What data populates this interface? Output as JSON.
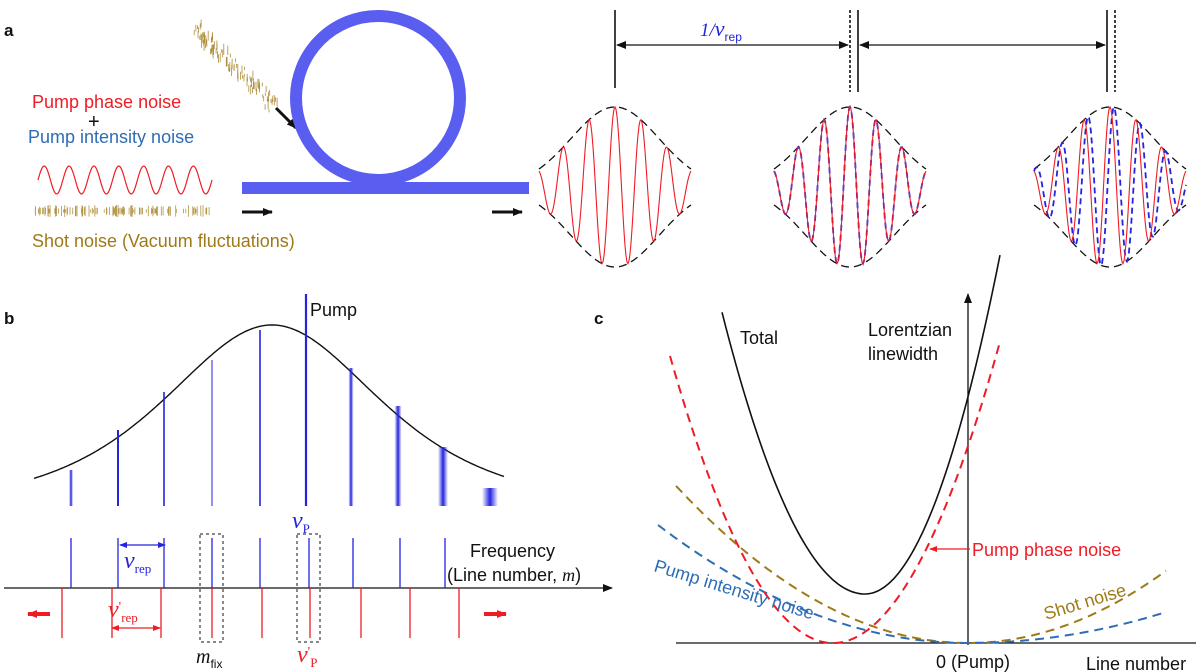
{
  "colors": {
    "ring": "#5a5ef0",
    "red": "#ee1c25",
    "blue": "#2323e0",
    "steel": "#2e6db5",
    "gold": "#a07a18",
    "black": "#111111"
  },
  "panel_a": {
    "label": "a",
    "pump_phase_noise": "Pump phase noise",
    "plus": "+",
    "pump_intensity_noise": "Pump intensity noise",
    "shot_noise": "Shot noise (Vacuum fluctuations)",
    "period_prefix": "1/",
    "period_nu": "ν",
    "period_sub": "rep"
  },
  "panel_b": {
    "label": "b",
    "pump": "Pump",
    "nu": "ν",
    "nu_p_sub": "P",
    "nu_rep_sub": "rep",
    "prime": "'",
    "m_fix": "m",
    "m_fix_sub": "fix",
    "frequency": "Frequency",
    "line_number_label": "(Line number, ",
    "m_italic": "m",
    "close_paren": ")"
  },
  "panel_c": {
    "label": "c",
    "total": "Total",
    "lorentzian_1": "Lorentzian",
    "lorentzian_2": "linewidth",
    "pump_phase_noise": "Pump phase noise",
    "pump_intensity_noise": "Pump intensity noise",
    "shot_noise": "Shot noise",
    "zero_pump": "0 (Pump)",
    "line_number": "Line number"
  }
}
